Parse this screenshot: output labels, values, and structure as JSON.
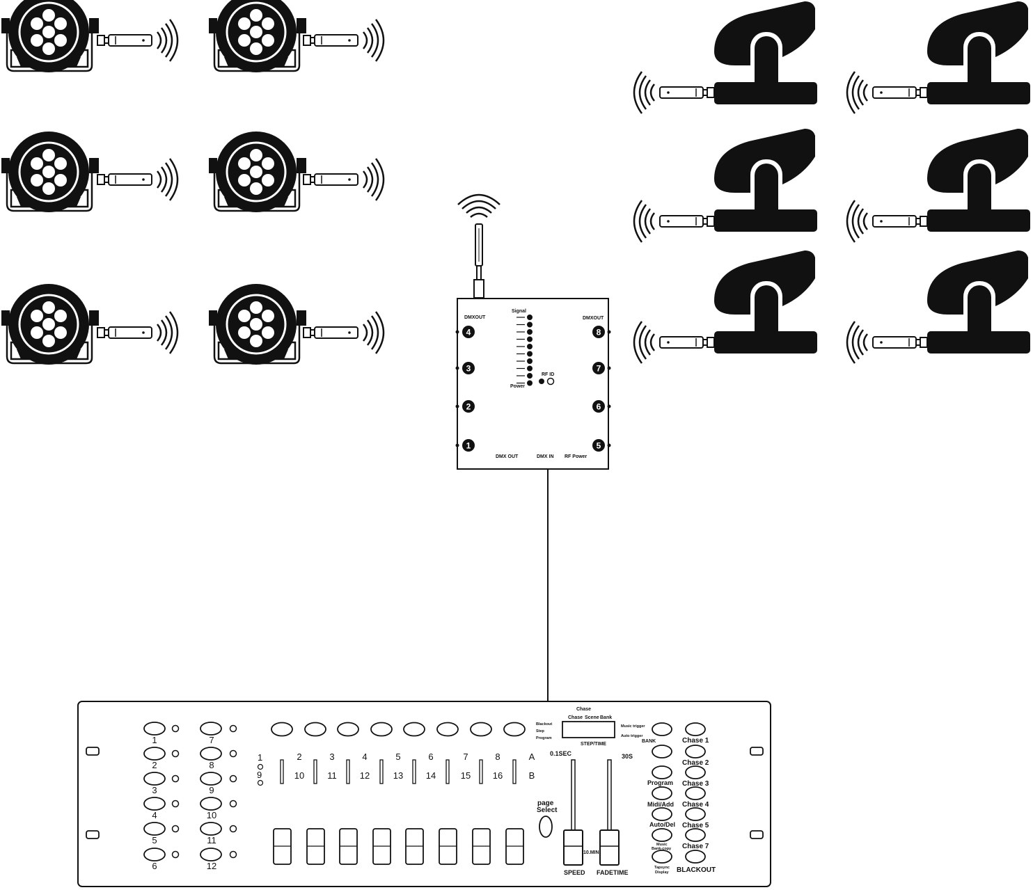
{
  "transmitter": {
    "dmx_out_left": "DMXOUT",
    "dmx_out_right": "DMXOUT",
    "signal_label": "Signal",
    "power_label": "Power",
    "rf_id_label": "RF ID",
    "bottom_dmx_out": "DMX OUT",
    "bottom_dmx_in": "DMX IN",
    "bottom_rf_power": "RF Power",
    "ports_left": [
      "4",
      "3",
      "2",
      "1"
    ],
    "ports_right": [
      "8",
      "7",
      "6",
      "5"
    ]
  },
  "controller": {
    "left_scanner_numbers": [
      "1",
      "2",
      "3",
      "4",
      "5",
      "6"
    ],
    "right_scanner_numbers": [
      "7",
      "8",
      "9",
      "10",
      "11",
      "12"
    ],
    "page_a_channels": [
      "1",
      "2",
      "3",
      "4",
      "5",
      "6",
      "7",
      "8",
      "A"
    ],
    "page_b_channels": [
      "10",
      "11",
      "12",
      "13",
      "14",
      "15",
      "16",
      "B"
    ],
    "page_select_line1": "page",
    "page_select_line2": "Select",
    "chase_title": "Chase",
    "chase_scene_bank": [
      "Chase",
      "Scene",
      "Bank"
    ],
    "step_time": "STEP/TIME",
    "blackout_small": "Blackout",
    "step_small": "Step",
    "program_small": "Program",
    "music_trigger": "Music trigger",
    "auto_trigger": "Auto trigger",
    "bank": "BANK",
    "time_min": "0.1SEC",
    "time_max": "30S",
    "time_10min": "10.MIN",
    "speed": "SPEED",
    "fadetime": "FADETIME",
    "function_buttons": [
      "Program",
      "Midi/Add",
      "Auto/Del"
    ],
    "music_bank_copy_line1": "Music",
    "music_bank_copy_line2": "Bank-copy",
    "tapsync_line1": "Tapsync",
    "tapsync_line2": "Display",
    "chase_buttons": [
      "Chase 1",
      "Chase 2",
      "Chase 3",
      "Chase 4",
      "Chase 5",
      "Chase 7"
    ],
    "blackout": "BLACKOUT",
    "page_indicator_1": "1",
    "page_indicator_9": "9"
  },
  "colors": {
    "ink": "#111111",
    "paper": "#ffffff"
  }
}
